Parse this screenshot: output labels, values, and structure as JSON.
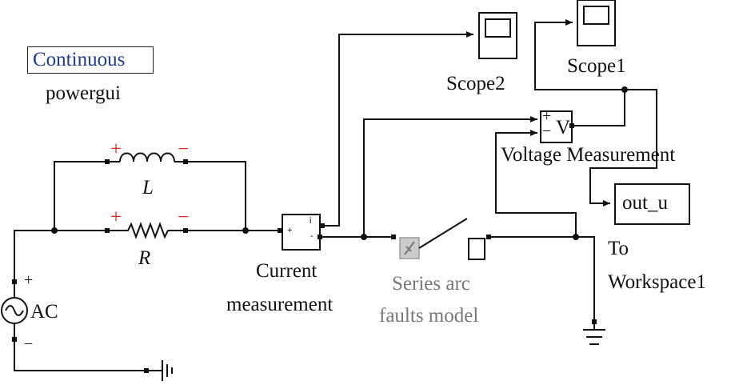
{
  "powergui": {
    "mode": "Continuous",
    "label": "powergui"
  },
  "blocks": {
    "inductor": {
      "name": "L",
      "plus": "+",
      "minus": "−"
    },
    "resistor": {
      "name": "R",
      "plus": "+",
      "minus": "−"
    },
    "ac_source": {
      "name": "AC",
      "plus": "+",
      "minus": "−"
    },
    "current_meas": {
      "name_line1": "Current",
      "name_line2": "measurement",
      "port_i": "i",
      "port_plus": "+",
      "port_minus": "-"
    },
    "scope2": {
      "name": "Scope2"
    },
    "scope1": {
      "name": "Scope1"
    },
    "voltage_meas": {
      "name": "Voltage Measurement",
      "symbol": "V",
      "port_plus": "+",
      "port_minus": "−"
    },
    "out_u": {
      "name": "out_u",
      "caption_line1": "To",
      "caption_line2": "Workspace1"
    },
    "arc_fault": {
      "name_line1": "Series arc",
      "name_line2": "faults model"
    }
  }
}
